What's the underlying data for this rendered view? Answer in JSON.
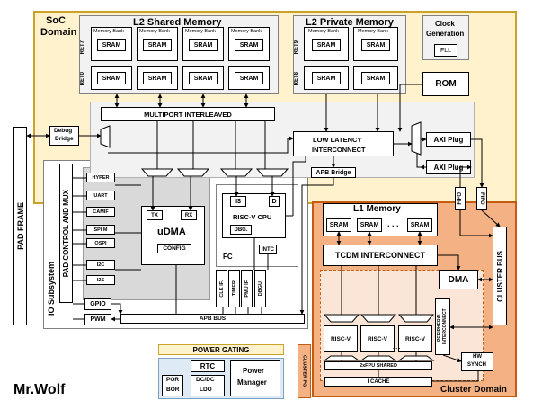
{
  "chip_name": "Mr.Wolf",
  "colors": {
    "soc_bg": "#FFF2CC",
    "soc_border": "#C9A227",
    "cluster_bg": "#F4B183",
    "cluster_border": "#C55A11",
    "io_bg": "#D9D9D9",
    "cluster_inner": "#FBE5D6",
    "power_gating_bg": "#FFF2CC",
    "power_mgmt_bg": "#DEEBF7",
    "l2_bg": "#F2F2F2"
  },
  "soc": {
    "title_line1": "SoC",
    "title_line2": "Domain"
  },
  "pad_frame": "PAD FRAME",
  "debug_bridge": {
    "line1": "Debug",
    "line2": "Bridge"
  },
  "l2_shared": {
    "title": "L2 Shared Memory",
    "bank_label": "Memory Bank",
    "sram": "SRAM",
    "ret_top": "RET7",
    "ret_bottom": "RET0"
  },
  "l2_private": {
    "title": "L2 Private Memory",
    "bank_label": "Memory Bank",
    "sram": "SRAM",
    "ret_top": "RET9",
    "ret_bottom": "RET8"
  },
  "clock": {
    "title_line1": "Clock",
    "title_line2": "Generation",
    "fll": "FLL"
  },
  "rom": "ROM",
  "multiport": "MULTIPORT INTERLEAVED",
  "low_latency": {
    "line1": "LOW LATENCY",
    "line2": "INTERCONNECT"
  },
  "apb_bridge": "APB Bridge",
  "axi_plug": "AXI Plug",
  "fifo": "FIFO",
  "io": {
    "title": "IO Subsystem",
    "pad_mux": "PAD CONTROL AND MUX",
    "periphs": [
      "HYPER",
      "UART",
      "CAMIF",
      "SPI M",
      "QSPI",
      "I2C",
      "I2S"
    ],
    "gpio": "GPIO",
    "pwm": "PWM"
  },
  "udma": {
    "title": "uDMA",
    "tx": "TX",
    "rx": "RX",
    "config": "CONFIG"
  },
  "fc": {
    "label": "FC",
    "icache": "I$",
    "d": "D",
    "cpu": "RISC-V CPU",
    "dbg": "DBG.",
    "intc": "INTC"
  },
  "fc_periphs": [
    "CLK IF.",
    "TIMER",
    "PMU IF.",
    "DBGU"
  ],
  "apb_bus": "APB BUS",
  "cluster": {
    "title": "Cluster Domain",
    "l1": "L1 Memory",
    "sram": "SRAM",
    "dots": ". . .",
    "tcdm": "TCDM INTERCONNECT",
    "dma": "DMA",
    "bus": "CLUSTER BUS",
    "core": "RISC-V",
    "fpu": "2xFPU SHARED",
    "icache": "I CACHE",
    "periph": "PERIPHERAL INTERCONNECT",
    "hw_synch": {
      "line1": "HW",
      "line2": "SYNCH"
    },
    "cluster_pg": "CLUSTER PG"
  },
  "power": {
    "gating": "POWER GATING",
    "rtc": "RTC",
    "por": {
      "line1": "POR",
      "line2": "BOR"
    },
    "dcdc": {
      "line1": "DC/DC",
      "line2": "LDO"
    },
    "pm": {
      "line1": "Power",
      "line2": "Manager"
    }
  }
}
